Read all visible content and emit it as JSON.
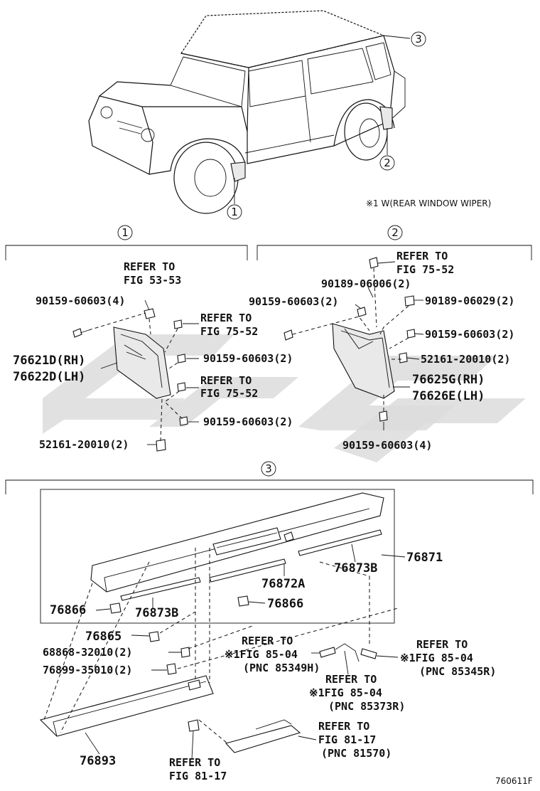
{
  "figure_id": "760611F",
  "callouts": {
    "c1": "1",
    "c2": "2",
    "c3": "3"
  },
  "note": "※1 W(REAR WINDOW WIPER)",
  "section1": {
    "refer_a": [
      "REFER TO",
      "FIG 53-53"
    ],
    "refer_b": [
      "REFER TO",
      "FIG 75-52"
    ],
    "refer_c": [
      "REFER TO",
      "FIG 75-52"
    ],
    "p_90159_4": "90159-60603(4)",
    "p_90159_2a": "90159-60603(2)",
    "p_90159_2b": "90159-60603(2)",
    "p_76621": "76621D(RH)",
    "p_76622": "76622D(LH)",
    "p_52161": "52161-20010(2)"
  },
  "section2": {
    "refer_a": [
      "REFER TO",
      "FIG 75-52"
    ],
    "p_90189_06006": "90189-06006(2)",
    "p_90159_2": "90159-60603(2)",
    "p_90189_06029": "90189-06029(2)",
    "p_90159_2b": "90159-60603(2)",
    "p_52161": "52161-20010(2)",
    "p_76625": "76625G(RH)",
    "p_76626": "76626E(LH)",
    "p_90159_4": "90159-60603(4)"
  },
  "section3": {
    "p_76871": "76871",
    "p_76873b_r": "76873B",
    "p_76872a": "76872A",
    "p_76866_r": "76866",
    "p_76866_l": "76866",
    "p_76873b_l": "76873B",
    "p_76865": "76865",
    "p_68868": "68868-32010(2)",
    "p_76899": "76899-35010(2)",
    "p_76893": "76893",
    "ref_85349": [
      "REFER TO",
      "※1FIG 85-04",
      "(PNC 85349H)"
    ],
    "ref_85345": [
      "REFER TO",
      "※1FIG 85-04",
      "(PNC 85345R)"
    ],
    "ref_85373": [
      "REFER TO",
      "※1FIG 85-04",
      "(PNC 85373R)"
    ],
    "ref_81570": [
      "REFER TO",
      "FIG 81-17",
      "(PNC 81570)"
    ],
    "ref_8117": [
      "REFER TO",
      "FIG 81-17"
    ]
  }
}
